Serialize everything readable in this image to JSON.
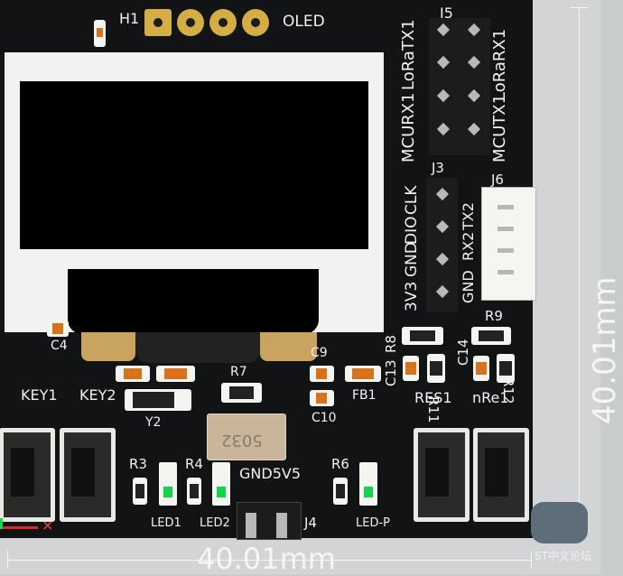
{
  "view": {
    "background_color": "#c9cccd",
    "board_color": "#111315",
    "silk_color": "#f1f1f1",
    "pad_color": "#d4ad45",
    "led_color": "#12d34b"
  },
  "labels": {
    "h1": "H1",
    "oled": "OLED",
    "j5": "J5",
    "lora_tx1": "LoRaTX1",
    "lora_rx1": "LoRaRX1",
    "mcu_rx1": "MCURX1",
    "mcu_tx1": "MCUTX1",
    "j3": "J3",
    "j6": "J6",
    "clk": "CLK",
    "dio": "DIO",
    "gnd": "GND",
    "v3v3": "3V3",
    "tx2": "TX2",
    "rx2": "RX2",
    "gnd2": "GND",
    "c4": "C4",
    "c9": "C9",
    "c10": "C10",
    "fb1": "FB1",
    "r7": "R7",
    "y2": "Y2",
    "key1": "KEY1",
    "key2": "KEY2",
    "r3": "R3",
    "r4": "R4",
    "led1": "LED1",
    "led2": "LED2",
    "gnd5v5": "GND5V5",
    "j4": "J4",
    "r6": "R6",
    "ledp": "LED-P",
    "r8": "R8",
    "r9": "R9",
    "c13": "C13",
    "c14": "C14",
    "r11": "R11",
    "r12": "R12",
    "res1": "RES1",
    "nre1": "nRe1",
    "crystal": "5032"
  },
  "dimensions": {
    "vertical": "40.01mm",
    "horizontal": "40.01mm"
  },
  "watermark": "ST中文论坛",
  "axis": {
    "marker": "×"
  }
}
